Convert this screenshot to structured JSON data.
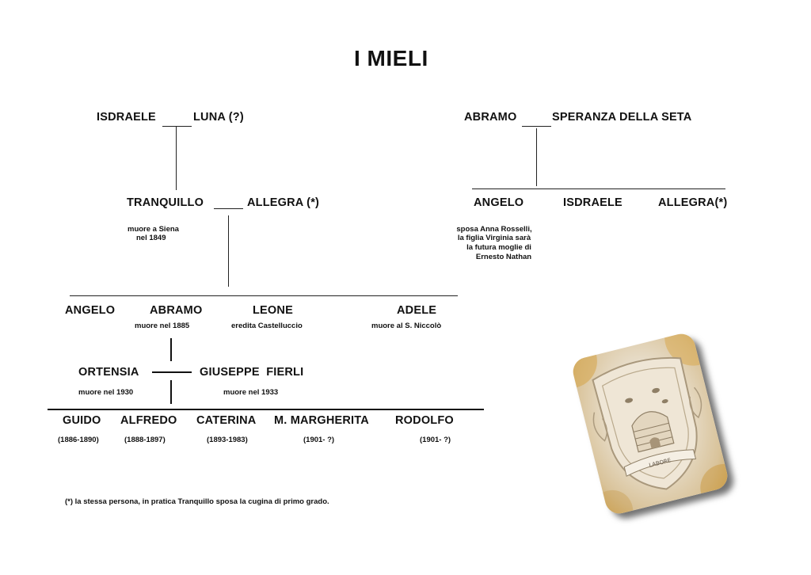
{
  "title": "I MIELI",
  "left_branch": {
    "gen1": {
      "father": "ISDRAELE",
      "mother": "LUNA (?)"
    },
    "gen2": {
      "father": "TRANQUILLO",
      "mother": "ALLEGRA (*)",
      "father_note_1": "muore a Siena",
      "father_note_2": "nel 1849"
    },
    "gen3": [
      {
        "name": "ANGELO",
        "note": ""
      },
      {
        "name": "ABRAMO",
        "note": "muore nel 1885"
      },
      {
        "name": "LEONE",
        "note": "eredita Castelluccio"
      },
      {
        "name": "ADELE",
        "note": "muore al S. Niccolò"
      }
    ],
    "gen4": {
      "wife": "ORTENSIA",
      "wife_note": "muore nel 1930",
      "husband": "GIUSEPPE  FIERLI",
      "husband_note": "muore nel 1933"
    },
    "gen5": [
      {
        "name": "GUIDO",
        "dates": "(1886-1890)"
      },
      {
        "name": "ALFREDO",
        "dates": "(1888-1897)"
      },
      {
        "name": "CATERINA",
        "dates": "(1893-1983)"
      },
      {
        "name": "M. MARGHERITA",
        "dates": "(1901- ?)"
      },
      {
        "name": "RODOLFO",
        "dates": "(1901- ?)"
      }
    ]
  },
  "right_branch": {
    "parents": {
      "father": "ABRAMO",
      "mother": "SPERANZA DELLA SETA"
    },
    "children": [
      {
        "name": "ANGELO"
      },
      {
        "name": "ISDRAELE"
      },
      {
        "name": "ALLEGRA(*)"
      }
    ],
    "angelo_note": [
      "sposa Anna Rosselli,",
      "la figlia Virginia sarà",
      "la futura moglie di",
      "Ernesto Nathan"
    ]
  },
  "footnote": "(*) la stessa persona, in pratica Tranquillo sposa la cugina di primo grado.",
  "crest": {
    "inscription": "LABORE"
  }
}
